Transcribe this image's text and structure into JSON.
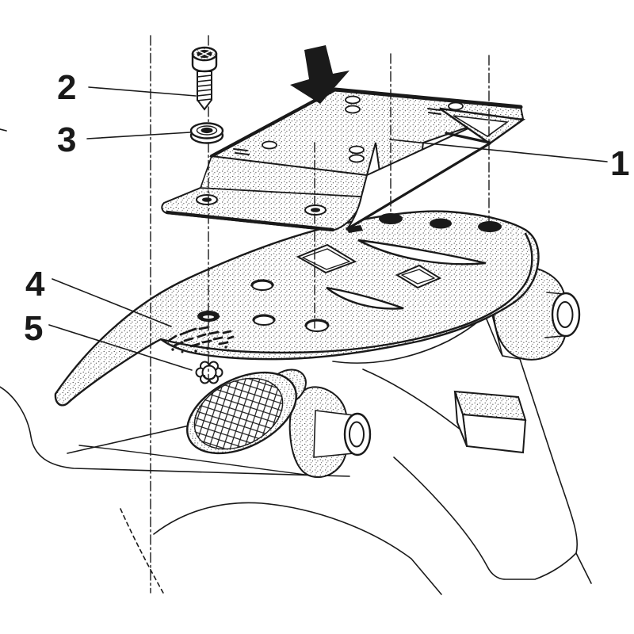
{
  "diagram": {
    "kind": "exploded-assembly-line-drawing",
    "colors": {
      "background": "#ffffff",
      "ink": "#1a1a1a"
    },
    "arrow_icon": "solid-down-arrow",
    "callouts": [
      {
        "text": "1",
        "target": "mounting-plate"
      },
      {
        "text": "2",
        "target": "allen-screw"
      },
      {
        "text": "3",
        "target": "washer"
      },
      {
        "text": "4",
        "target": "serrated-pad"
      },
      {
        "text": "5",
        "target": "lock-nut"
      }
    ]
  }
}
